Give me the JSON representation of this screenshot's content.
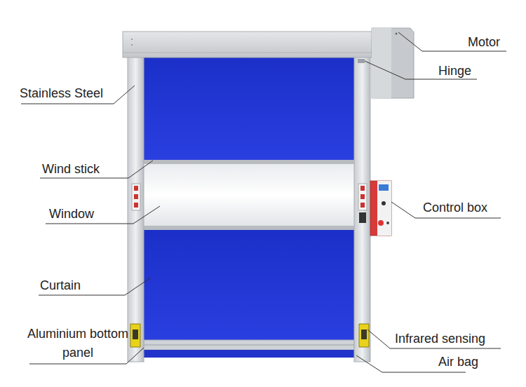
{
  "diagram": {
    "labels": [
      "Motor",
      "Hinge",
      "Stainless Steel",
      "Wind stick",
      "Control box",
      "Window",
      "Curtain",
      "Aluminium bottom panel",
      "Infrared sensing",
      "Air bag"
    ]
  }
}
